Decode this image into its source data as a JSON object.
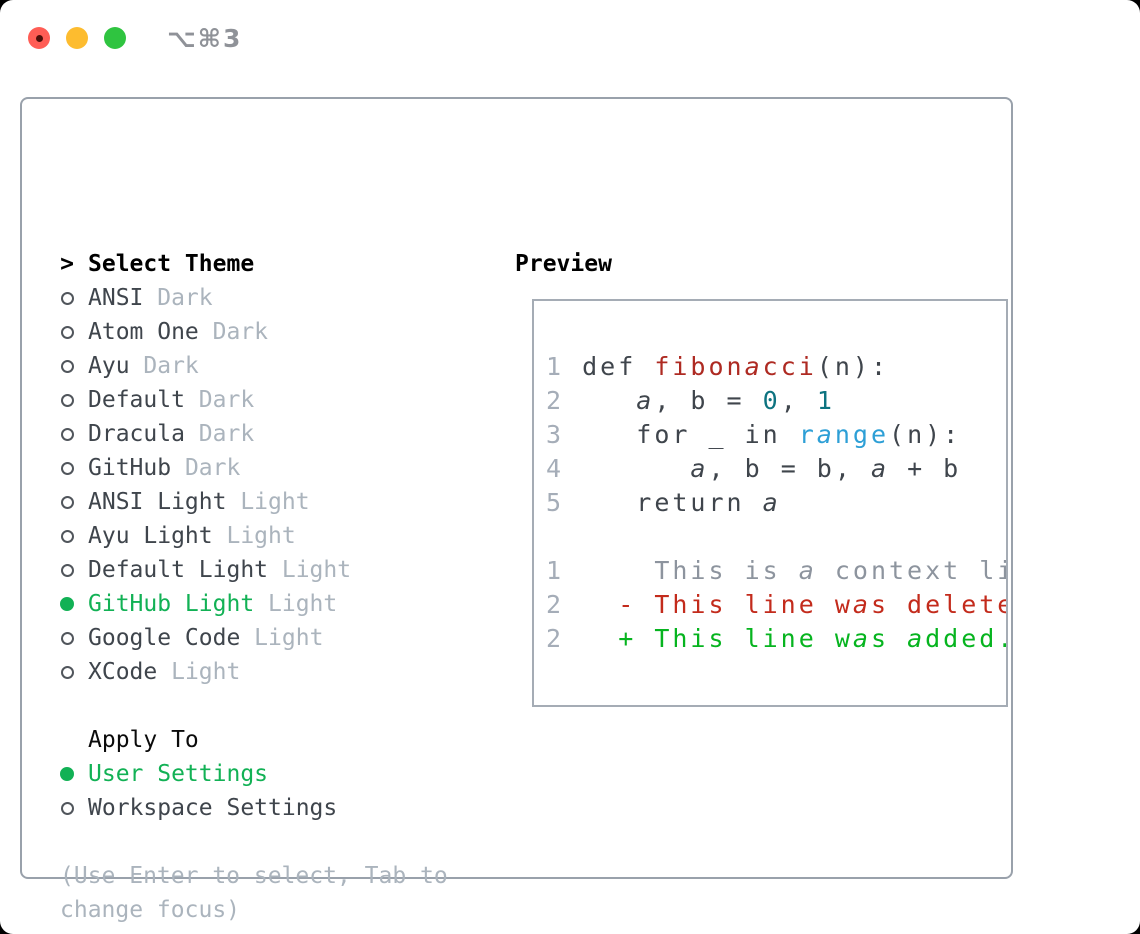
{
  "window": {
    "title": "⌥⌘3",
    "traffic_lights": {
      "close_color": "#ff5d55",
      "close_dot_color": "#4e100a",
      "minimize_color": "#fdbc2f",
      "zoom_color": "#2fc440"
    }
  },
  "theme_picker": {
    "header_marker": ">",
    "header_label": "Select Theme",
    "items": [
      {
        "name": "ANSI",
        "variant": "Dark",
        "selected": false
      },
      {
        "name": "Atom One",
        "variant": "Dark",
        "selected": false
      },
      {
        "name": "Ayu",
        "variant": "Dark",
        "selected": false
      },
      {
        "name": "Default",
        "variant": "Dark",
        "selected": false
      },
      {
        "name": "Dracula",
        "variant": "Dark",
        "selected": false
      },
      {
        "name": "GitHub",
        "variant": "Dark",
        "selected": false
      },
      {
        "name": "ANSI Light",
        "variant": "Light",
        "selected": false
      },
      {
        "name": "Ayu Light",
        "variant": "Light",
        "selected": false
      },
      {
        "name": "Default Light",
        "variant": "Light",
        "selected": false
      },
      {
        "name": "GitHub Light",
        "variant": "Light",
        "selected": true
      },
      {
        "name": "Google Code",
        "variant": "Light",
        "selected": false
      },
      {
        "name": "XCode",
        "variant": "Light",
        "selected": false
      }
    ],
    "apply_to": {
      "header": "Apply To",
      "options": [
        {
          "label": "User Settings",
          "selected": true
        },
        {
          "label": "Workspace Settings",
          "selected": false
        }
      ]
    },
    "hint_lines": [
      "(Use Enter to select, Tab to",
      "change focus)"
    ]
  },
  "preview": {
    "header": "Preview",
    "code_lines": [
      {
        "num": "1",
        "tokens": [
          {
            "t": "def ",
            "c": "plain"
          },
          {
            "t": "fibonacci",
            "c": "func"
          },
          {
            "t": "(n):",
            "c": "plain"
          }
        ]
      },
      {
        "num": "2",
        "tokens": [
          {
            "t": "   a, b = ",
            "c": "plain"
          },
          {
            "t": "0",
            "c": "number"
          },
          {
            "t": ", ",
            "c": "plain"
          },
          {
            "t": "1",
            "c": "number"
          }
        ]
      },
      {
        "num": "3",
        "tokens": [
          {
            "t": "   for _ in ",
            "c": "plain"
          },
          {
            "t": "range",
            "c": "builtin"
          },
          {
            "t": "(n):",
            "c": "plain"
          }
        ]
      },
      {
        "num": "4",
        "tokens": [
          {
            "t": "      a, b = b, a + b",
            "c": "plain"
          }
        ]
      },
      {
        "num": "5",
        "tokens": [
          {
            "t": "   return a",
            "c": "plain"
          }
        ]
      },
      {
        "num": "",
        "tokens": []
      },
      {
        "num": "1",
        "tokens": [
          {
            "t": "    This is a context line.",
            "c": "context"
          }
        ]
      },
      {
        "num": "2",
        "tokens": [
          {
            "t": "  - This line was deleted.",
            "c": "deleted"
          }
        ]
      },
      {
        "num": "2",
        "tokens": [
          {
            "t": "  + This line was added.",
            "c": "added"
          }
        ]
      }
    ]
  },
  "colors": {
    "accent_green": "#12b155",
    "text": "#3f454c",
    "muted": "#abb4bd",
    "panel_border": "#99a1ab",
    "preview_border": "#a5acb5",
    "syntax_function_red": "#ae2a22",
    "syntax_number_teal": "#0d7380",
    "syntax_builtin_blue": "#2d9fd6",
    "diff_deleted_red": "#c32b1c",
    "diff_added_green": "#06b41f",
    "line_number_gray": "#a5adb8"
  }
}
